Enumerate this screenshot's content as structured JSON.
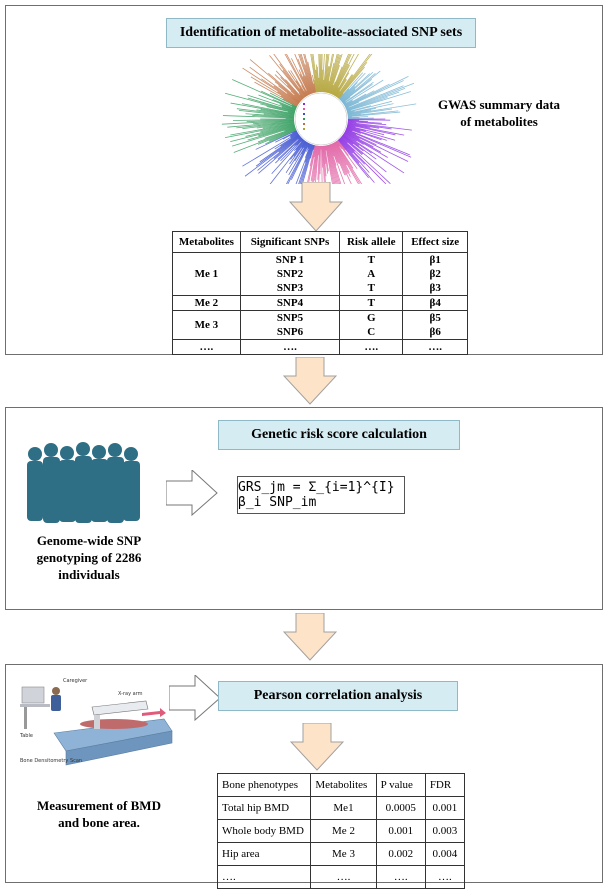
{
  "panel1": {
    "title": "Identification of metabolite-associated SNP sets",
    "gwas_label_line1": "GWAS summary data",
    "gwas_label_line2": "of metabolites",
    "table": {
      "headers": [
        "Metabolites",
        "Significant SNPs",
        "Risk allele",
        "Effect size"
      ],
      "rows": [
        {
          "metabolite": "Me 1",
          "snps": [
            "SNP 1",
            "SNP2",
            "SNP3"
          ],
          "alleles": [
            "T",
            "A",
            "T"
          ],
          "effects": [
            "β1",
            "β2",
            "β3"
          ]
        },
        {
          "metabolite": "Me 2",
          "snps": [
            "SNP4"
          ],
          "alleles": [
            "T"
          ],
          "effects": [
            "β4"
          ]
        },
        {
          "metabolite": "Me 3",
          "snps": [
            "SNP5",
            "SNP6"
          ],
          "alleles": [
            "G",
            "C"
          ],
          "effects": [
            "β5",
            "β6"
          ]
        },
        {
          "metabolite": "….",
          "snps": [
            "…."
          ],
          "alleles": [
            "…."
          ],
          "effects": [
            "…."
          ]
        }
      ]
    }
  },
  "panel2": {
    "title": "Genetic risk score calculation",
    "formula": "GRS_jm = Σ_{i=1}^{I} β_i SNP_im",
    "left_label_line1": "Genome-wide SNP",
    "left_label_line2": "genotyping of 2286",
    "left_label_line3": "individuals"
  },
  "panel3": {
    "title": "Pearson correlation analysis",
    "photo_labels": [
      "Caregiver",
      "X-ray arm",
      "Table",
      "Bone Densitometry Scan"
    ],
    "left_label_line1": "Measurement of  BMD",
    "left_label_line2": "and bone area.",
    "table": {
      "headers": [
        "Bone phenotypes",
        "Metabolites",
        "P value",
        "FDR"
      ],
      "rows": [
        [
          "Total hip BMD",
          "Me1",
          "0.0005",
          "0.001"
        ],
        [
          "Whole body BMD",
          "Me 2",
          "0.001",
          "0.003"
        ],
        [
          "Hip area",
          "Me 3",
          "0.002",
          "0.004"
        ],
        [
          "….",
          "….",
          "….",
          "…."
        ]
      ]
    }
  },
  "colors": {
    "title_bg": "#d6ecf3",
    "arrow_fill": "#fde3c8",
    "arrow_stroke": "#a0a0a0",
    "silhouette": "#2f6f86"
  }
}
